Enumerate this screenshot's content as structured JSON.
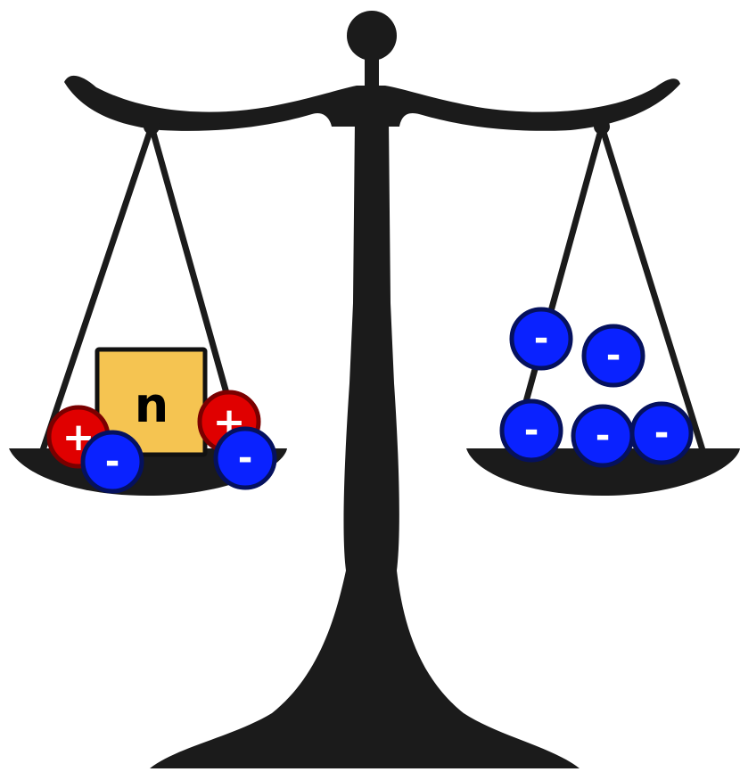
{
  "colors": {
    "scale": "#1b1b1b",
    "background": "#ffffff",
    "proton_fill": "#e00000",
    "proton_stroke": "#7a0000",
    "electron_fill": "#0a22ff",
    "electron_stroke": "#05115e",
    "neutron_fill": "#f5c451",
    "neutron_stroke": "#111111",
    "sign_color": "#ffffff",
    "neutron_text": "#000000"
  },
  "neutron": {
    "symbol": "n"
  },
  "proton": {
    "symbol": "+"
  },
  "electron": {
    "symbol": "-"
  },
  "left_pan": {
    "neutrons": 1,
    "protons": 2,
    "electrons": 2
  },
  "right_pan": {
    "electrons": 5
  }
}
